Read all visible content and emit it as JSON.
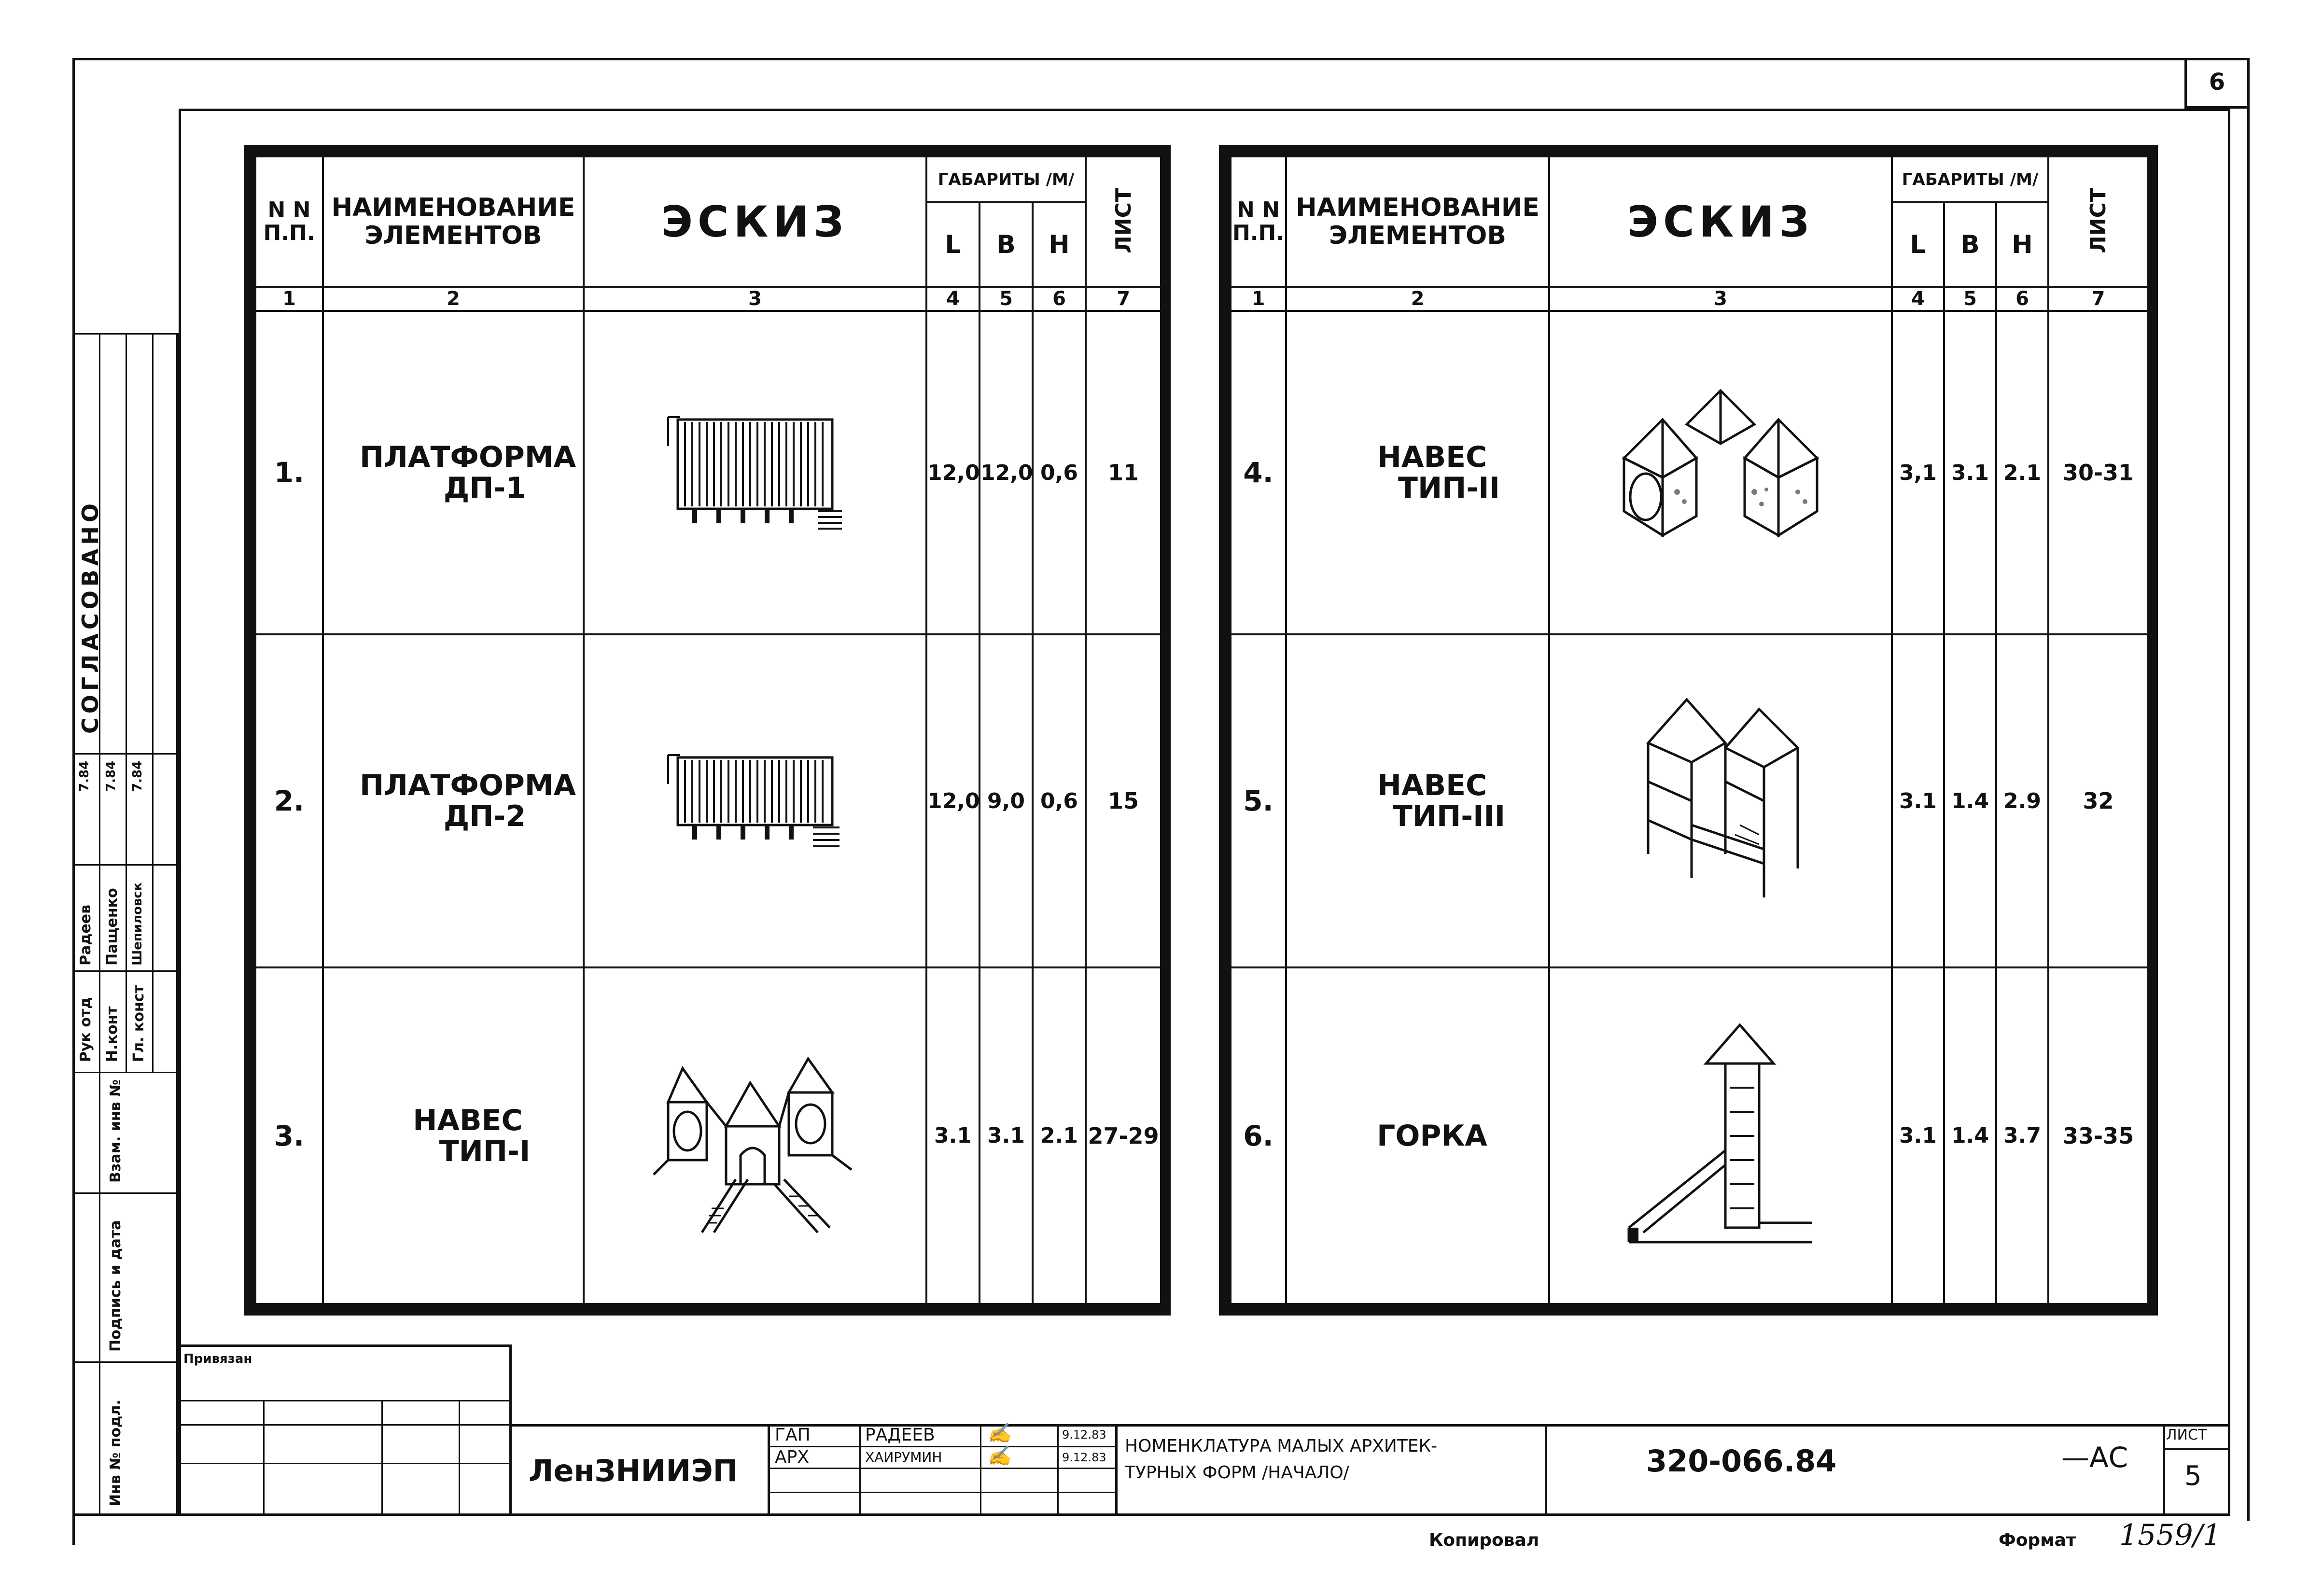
{
  "sheet_corner_number": "6",
  "agreement": {
    "title": "СОГЛАСОВАНО",
    "rows": [
      {
        "role": "Рук отд",
        "name": "Радеев",
        "date": "7.84"
      },
      {
        "role": "Н.конт",
        "name": "Пащенко",
        "date": "7.84"
      },
      {
        "role": "Гл. конст",
        "name": "Шепиловск",
        "date": "7.84"
      }
    ],
    "labels": {
      "vzam": "Взам. инв №",
      "podpis": "Подпись и дата",
      "inv": "Инв № подл."
    }
  },
  "table_headers": {
    "nn": "N N",
    "nn2": "П.П.",
    "name_line1": "НАИМЕНОВАНИЕ",
    "name_line2": "ЭЛЕМЕНТОВ",
    "sketch": "ЭСКИЗ",
    "gabarity": "ГАБАРИТЫ /М/",
    "L": "L",
    "B": "B",
    "H": "H",
    "list": "ЛИСТ",
    "idx": [
      "1",
      "2",
      "3",
      "4",
      "5",
      "6",
      "7"
    ]
  },
  "left_rows": [
    {
      "no": "1.",
      "name1": "ПЛАТФОРМА",
      "name2": "ДП-1",
      "L": "12,0",
      "B": "12,0",
      "H": "0,6",
      "list": "11"
    },
    {
      "no": "2.",
      "name1": "ПЛАТФОРМА",
      "name2": "ДП-2",
      "L": "12,0",
      "B": "9,0",
      "H": "0,6",
      "list": "15"
    },
    {
      "no": "3.",
      "name1": "НАВЕС",
      "name2": "ТИП-I",
      "L": "3.1",
      "B": "3.1",
      "H": "2.1",
      "list": "27-29"
    }
  ],
  "right_rows": [
    {
      "no": "4.",
      "name1": "НАВЕС",
      "name2": "ТИП-II",
      "L": "3,1",
      "B": "3.1",
      "H": "2.1",
      "list": "30-31"
    },
    {
      "no": "5.",
      "name1": "НАВЕС",
      "name2": "ТИП-III",
      "L": "3.1",
      "B": "1.4",
      "H": "2.9",
      "list": "32"
    },
    {
      "no": "6.",
      "name1": "ГОРКА",
      "name2": "",
      "L": "3.1",
      "B": "1.4",
      "H": "3.7",
      "list": "33-35"
    }
  ],
  "title_block": {
    "privyazan": "Привязан",
    "org": "ЛенЗНИИЭП",
    "gap_role": "ГАП",
    "gap_name": "РАДЕЕВ",
    "gap_date": "9.12.83",
    "arx_role": "АРХ",
    "arx_name": "ХАИРУМИН",
    "arx_date": "9.12.83",
    "title_line1": "НОМЕНКЛАТУРА МАЛЫХ АРХИТЕК-",
    "title_line2": "ТУРНЫХ ФОРМ /НАЧАЛО/",
    "code": "320-066.84",
    "suffix": "—АС",
    "sheet_label": "ЛИСТ",
    "sheet_no": "5"
  },
  "footer": {
    "copied": "Копировал",
    "format_label": "Формат",
    "format_value": "1559/1"
  }
}
